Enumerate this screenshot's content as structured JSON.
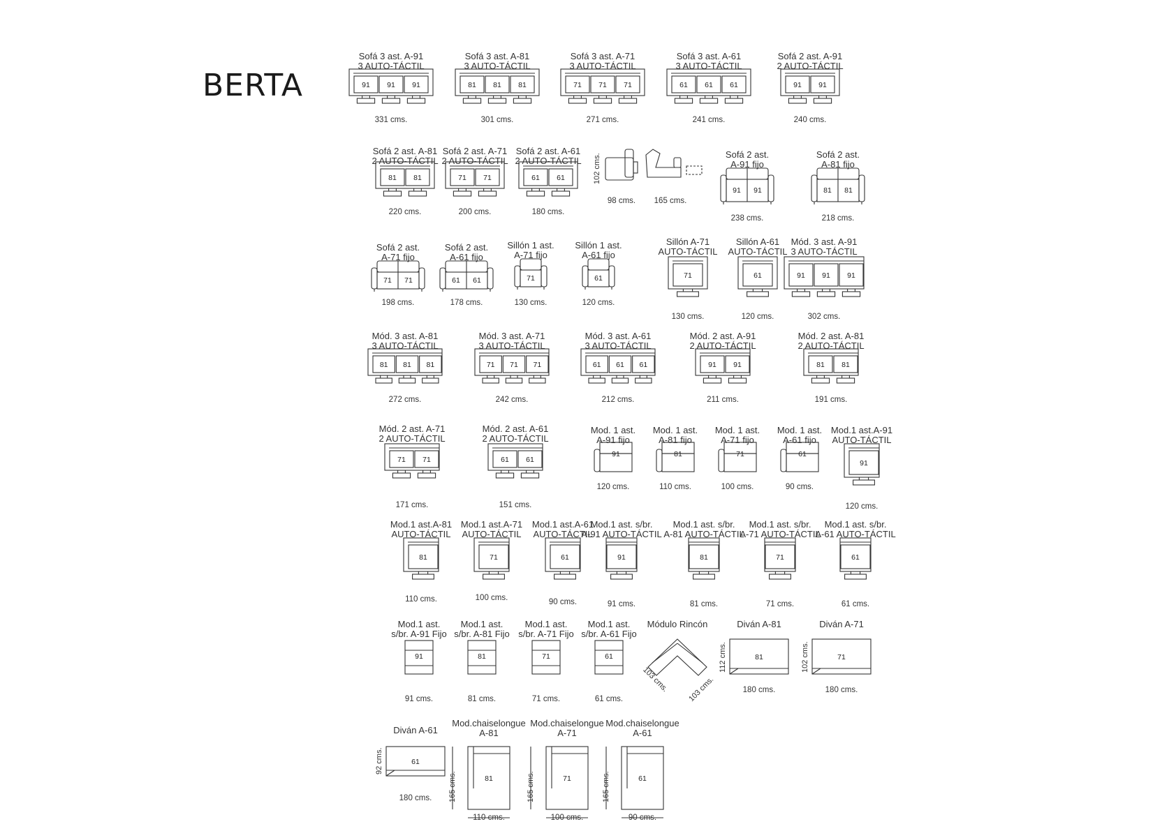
{
  "brand": "BERTA",
  "items": [
    {
      "l1": "Sofá 3 ast. A-91",
      "l2": "3 AUTO-TÁCTIL",
      "dim": "331 cms.",
      "type": "auto",
      "seats": [
        "91",
        "91",
        "91"
      ]
    },
    {
      "l1": "Sofá 3 ast. A-81",
      "l2": "3 AUTO-TÁCTIL",
      "dim": "301 cms.",
      "type": "auto",
      "seats": [
        "81",
        "81",
        "81"
      ]
    },
    {
      "l1": "Sofá 3 ast. A-71",
      "l2": "3 AUTO-TÁCTIL",
      "dim": "271 cms.",
      "type": "auto",
      "seats": [
        "71",
        "71",
        "71"
      ]
    },
    {
      "l1": "Sofá 3 ast. A-61",
      "l2": "3 AUTO-TÁCTIL",
      "dim": "241 cms.",
      "type": "auto",
      "seats": [
        "61",
        "61",
        "61"
      ]
    },
    {
      "l1": "Sofá 2 ast. A-91",
      "l2": "2 AUTO-TÁCTIL",
      "dim": "240 cms.",
      "type": "auto",
      "seats": [
        "91",
        "91"
      ]
    },
    {
      "l1": "Sofá 2 ast. A-81",
      "l2": "2 AUTO-TÁCTIL",
      "dim": "220 cms.",
      "type": "auto",
      "seats": [
        "81",
        "81"
      ]
    },
    {
      "l1": "Sofá 2 ast. A-71",
      "l2": "2 AUTO-TÁCTIL",
      "dim": "200 cms.",
      "type": "auto",
      "seats": [
        "71",
        "71"
      ]
    },
    {
      "l1": "Sofá 2 ast. A-61",
      "l2": "2 AUTO-TÁCTIL",
      "dim": "180 cms.",
      "type": "auto",
      "seats": [
        "61",
        "61"
      ]
    },
    {
      "l1": "",
      "l2": "",
      "dim": "98 cms.",
      "type": "side",
      "seats": [],
      "vdim": "102 cms."
    },
    {
      "l1": "",
      "l2": "",
      "dim": "165 cms.",
      "type": "recline",
      "seats": []
    },
    {
      "l1": "Sofá 2 ast.",
      "l2": "A-91 fijo",
      "dim": "238 cms.",
      "type": "fixed",
      "seats": [
        "91",
        "91"
      ]
    },
    {
      "l1": "Sofá 2 ast.",
      "l2": "A-81 fijo",
      "dim": "218 cms.",
      "type": "fixed",
      "seats": [
        "81",
        "81"
      ]
    },
    {
      "l1": "Sofá 2 ast.",
      "l2": "A-71 fijo",
      "dim": "198 cms.",
      "type": "fixed",
      "seats": [
        "71",
        "71"
      ]
    },
    {
      "l1": "Sofá 2 ast.",
      "l2": "A-61 fijo",
      "dim": "178 cms.",
      "type": "fixed",
      "seats": [
        "61",
        "61"
      ]
    },
    {
      "l1": "Sillón 1 ast.",
      "l2": "A-71 fijo",
      "dim": "130 cms.",
      "type": "fixed",
      "seats": [
        "71"
      ]
    },
    {
      "l1": "Sillón 1 ast.",
      "l2": "A-61 fijo",
      "dim": "120 cms.",
      "type": "fixed",
      "seats": [
        "61"
      ]
    },
    {
      "l1": "Sillón A-71",
      "l2": "AUTO-TÁCTIL",
      "dim": "130 cms.",
      "type": "single",
      "seats": [
        "71"
      ]
    },
    {
      "l1": "Sillón A-61",
      "l2": "AUTO-TÁCTIL",
      "dim": "120 cms.",
      "type": "single",
      "seats": [
        "61"
      ]
    },
    {
      "l1": "Mód. 3 ast. A-91",
      "l2": "3 AUTO-TÁCTIL",
      "dim": "302 cms.",
      "type": "mod",
      "seats": [
        "91",
        "91",
        "91"
      ]
    },
    {
      "l1": "Mód. 3 ast. A-81",
      "l2": "3 AUTO-TÁCTIL",
      "dim": "272 cms.",
      "type": "mod",
      "seats": [
        "81",
        "81",
        "81"
      ]
    },
    {
      "l1": "Mód. 3 ast. A-71",
      "l2": "3 AUTO-TÁCTIL",
      "dim": "242 cms.",
      "type": "mod",
      "seats": [
        "71",
        "71",
        "71"
      ]
    },
    {
      "l1": "Mód. 3 ast. A-61",
      "l2": "3 AUTO-TÁCTIL",
      "dim": "212 cms.",
      "type": "mod",
      "seats": [
        "61",
        "61",
        "61"
      ]
    },
    {
      "l1": "Mód. 2 ast. A-91",
      "l2": "2 AUTO-TÁCTIL",
      "dim": "211 cms.",
      "type": "mod",
      "seats": [
        "91",
        "91"
      ]
    },
    {
      "l1": "Mód. 2 ast. A-81",
      "l2": "2 AUTO-TÁCTIL",
      "dim": "191 cms.",
      "type": "mod",
      "seats": [
        "81",
        "81"
      ]
    },
    {
      "l1": "Mód. 2 ast. A-71",
      "l2": "2 AUTO-TÁCTIL",
      "dim": "171 cms.",
      "type": "mod",
      "seats": [
        "71",
        "71"
      ]
    },
    {
      "l1": "Mód. 2 ast. A-61",
      "l2": "2 AUTO-TÁCTIL",
      "dim": "151 cms.",
      "type": "mod",
      "seats": [
        "61",
        "61"
      ]
    },
    {
      "l1": "Mod. 1 ast.",
      "l2": "A-91 fijo",
      "dim": "120 cms.",
      "type": "arm1",
      "seats": [
        "91"
      ]
    },
    {
      "l1": "Mod. 1 ast.",
      "l2": "A-81 fijo",
      "dim": "110 cms.",
      "type": "arm1",
      "seats": [
        "81"
      ]
    },
    {
      "l1": "Mod. 1 ast.",
      "l2": "A-71 fijo",
      "dim": "100 cms.",
      "type": "arm1",
      "seats": [
        "71"
      ]
    },
    {
      "l1": "Mod. 1 ast.",
      "l2": "A-61 fijo",
      "dim": "90 cms.",
      "type": "arm1",
      "seats": [
        "61"
      ]
    },
    {
      "l1": "Mod.1 ast.A-91",
      "l2": "AUTO-TÁCTIL",
      "dim": "120 cms.",
      "type": "mod1",
      "seats": [
        "91"
      ]
    },
    {
      "l1": "Mod.1 ast.A-81",
      "l2": "AUTO-TÁCTIL",
      "dim": "110 cms.",
      "type": "mod1",
      "seats": [
        "81"
      ]
    },
    {
      "l1": "Mod.1 ast.A-71",
      "l2": "AUTO-TÁCTIL",
      "dim": "100 cms.",
      "type": "mod1",
      "seats": [
        "71"
      ]
    },
    {
      "l1": "Mod.1 ast.A-61",
      "l2": "AUTO-TÁCTIL",
      "dim": "90 cms.",
      "type": "mod1",
      "seats": [
        "61"
      ]
    },
    {
      "l1": "Mod.1 ast. s/br.",
      "l2": "A-91 AUTO-TÁCTIL",
      "dim": "91 cms.",
      "type": "sbr",
      "seats": [
        "91"
      ]
    },
    {
      "l1": "Mod.1 ast. s/br.",
      "l2": "A-81 AUTO-TÁCTIL",
      "dim": "81 cms.",
      "type": "sbr",
      "seats": [
        "81"
      ]
    },
    {
      "l1": "Mod.1 ast. s/br.",
      "l2": "A-71 AUTO-TÁCTIL",
      "dim": "71 cms.",
      "type": "sbr",
      "seats": [
        "71"
      ]
    },
    {
      "l1": "Mod.1 ast. s/br.",
      "l2": "A-61 AUTO-TÁCTIL",
      "dim": "61 cms.",
      "type": "sbr",
      "seats": [
        "61"
      ]
    },
    {
      "l1": "Mod.1 ast.",
      "l2": "s/br. A-91 Fijo",
      "dim": "91 cms.",
      "type": "sbrfix",
      "seats": [
        "91"
      ]
    },
    {
      "l1": "Mod.1 ast.",
      "l2": "s/br. A-81 Fijo",
      "dim": "81 cms.",
      "type": "sbrfix",
      "seats": [
        "81"
      ]
    },
    {
      "l1": "Mod.1 ast.",
      "l2": "s/br. A-71 Fijo",
      "dim": "71 cms.",
      "type": "sbrfix",
      "seats": [
        "71"
      ]
    },
    {
      "l1": "Mod.1 ast.",
      "l2": "s/br. A-61 Fijo",
      "dim": "61 cms.",
      "type": "sbrfix",
      "seats": [
        "61"
      ]
    },
    {
      "l1": "Módulo Rincón",
      "l2": "",
      "dim": "",
      "type": "corner",
      "seats": [],
      "d1": "103 cms.",
      "d2": "103 cms."
    },
    {
      "l1": "Diván A-81",
      "l2": "",
      "dim": "180 cms.",
      "type": "divan",
      "seats": [
        "81"
      ],
      "vdim": "112 cms."
    },
    {
      "l1": "Diván A-71",
      "l2": "",
      "dim": "180 cms.",
      "type": "divan",
      "seats": [
        "71"
      ],
      "vdim": "102 cms."
    },
    {
      "l1": "Diván A-61",
      "l2": "",
      "dim": "180 cms.",
      "type": "divan",
      "seats": [
        "61"
      ],
      "vdim": "92 cms."
    },
    {
      "l1": "Mod.chaiselongue",
      "l2": "A-81",
      "dim": "110 cms.",
      "type": "chaise",
      "seats": [
        "81"
      ],
      "vdim": "165 cms."
    },
    {
      "l1": "Mod.chaiselongue",
      "l2": "A-71",
      "dim": "100 cms.",
      "type": "chaise",
      "seats": [
        "71"
      ],
      "vdim": "165 cms."
    },
    {
      "l1": "Mod.chaiselongue",
      "l2": "A-61",
      "dim": "90 cms.",
      "type": "chaise",
      "seats": [
        "61"
      ],
      "vdim": "165 cms."
    }
  ]
}
